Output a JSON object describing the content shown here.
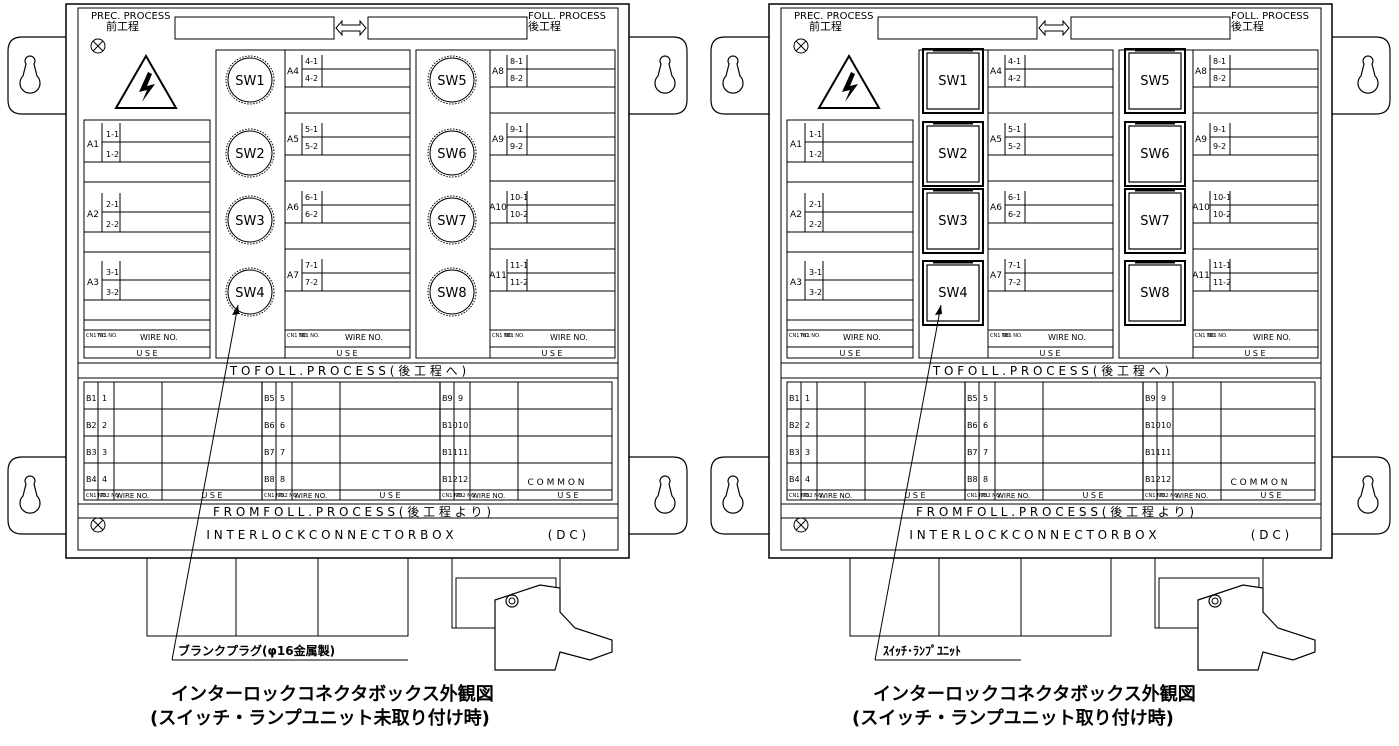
{
  "panels": [
    {
      "variant": "blank",
      "prec_en": "PREC. PROCESS",
      "prec_jp": "前工程",
      "foll_en": "FOLL. PROCESS",
      "foll_jp": "後工程",
      "swa": [
        "SW1",
        "SW2",
        "SW3",
        "SW4"
      ],
      "swb": [
        "SW5",
        "SW6",
        "SW7",
        "SW8"
      ],
      "rowa": [
        {
          "a": "A1",
          "t1": "1-1",
          "t2": "1-2"
        },
        {
          "a": "A2",
          "t1": "2-1",
          "t2": "2-2"
        },
        {
          "a": "A3",
          "t1": "3-1",
          "t2": "3-2"
        }
      ],
      "rowm": [
        {
          "a": "A4",
          "t1": "4-1",
          "t2": "4-2"
        },
        {
          "a": "A5",
          "t1": "5-1",
          "t2": "5-2"
        },
        {
          "a": "A6",
          "t1": "6-1",
          "t2": "6-2"
        },
        {
          "a": "A7",
          "t1": "7-1",
          "t2": "7-2"
        }
      ],
      "rowr": [
        {
          "a": "A8",
          "t1": "8-1",
          "t2": "8-2"
        },
        {
          "a": "A9",
          "t1": "9-1",
          "t2": "9-2"
        },
        {
          "a": "A10",
          "t1": "10-1",
          "t2": "10-2"
        },
        {
          "a": "A11",
          "t1": "11-1",
          "t2": "11-2"
        }
      ],
      "cn1": "CN1 NO.",
      "tb1": "TB1 NO.",
      "wire": "WIRE NO.",
      "use": "U S E",
      "to_foll": "T O   F O L L .   P R O C E S S   ( 後 工 程 へ )",
      "bcol1": [
        {
          "b": "B1",
          "n": "1"
        },
        {
          "b": "B2",
          "n": "2"
        },
        {
          "b": "B3",
          "n": "3"
        },
        {
          "b": "B4",
          "n": "4"
        }
      ],
      "bcol2": [
        {
          "b": "B5",
          "n": "5"
        },
        {
          "b": "B6",
          "n": "6"
        },
        {
          "b": "B7",
          "n": "7"
        },
        {
          "b": "B8",
          "n": "8"
        }
      ],
      "bcol3": [
        {
          "b": "B9",
          "n": "9"
        },
        {
          "b": "B10",
          "n": "10"
        },
        {
          "b": "B11",
          "n": "11"
        },
        {
          "b": "B12",
          "n": "12"
        }
      ],
      "common": "C O M M O N",
      "tb2": "TB2 NO.",
      "from_foll": "F R O M   F O L L .   P R O C E S S ( 後 工 程 よ り )",
      "interlock": "I N T E R L O C K     C O N N E C T O R     B O X",
      "dc": "( D C )",
      "callout": "ブランクプラグ(φ16金属製)",
      "caption1": "インターロックコネクタボックス外観図",
      "caption2": "(スイッチ・ランプユニット未取り付け時)"
    },
    {
      "variant": "unit",
      "prec_en": "PREC. PROCESS",
      "prec_jp": "前工程",
      "foll_en": "FOLL. PROCESS",
      "foll_jp": "後工程",
      "swa": [
        "SW1",
        "SW2",
        "SW3",
        "SW4"
      ],
      "swb": [
        "SW5",
        "SW6",
        "SW7",
        "SW8"
      ],
      "rowa": [
        {
          "a": "A1",
          "t1": "1-1",
          "t2": "1-2"
        },
        {
          "a": "A2",
          "t1": "2-1",
          "t2": "2-2"
        },
        {
          "a": "A3",
          "t1": "3-1",
          "t2": "3-2"
        }
      ],
      "rowm": [
        {
          "a": "A4",
          "t1": "4-1",
          "t2": "4-2"
        },
        {
          "a": "A5",
          "t1": "5-1",
          "t2": "5-2"
        },
        {
          "a": "A6",
          "t1": "6-1",
          "t2": "6-2"
        },
        {
          "a": "A7",
          "t1": "7-1",
          "t2": "7-2"
        }
      ],
      "rowr": [
        {
          "a": "A8",
          "t1": "8-1",
          "t2": "8-2"
        },
        {
          "a": "A9",
          "t1": "9-1",
          "t2": "9-2"
        },
        {
          "a": "A10",
          "t1": "10-1",
          "t2": "10-2"
        },
        {
          "a": "A11",
          "t1": "11-1",
          "t2": "11-2"
        }
      ],
      "cn1": "CN1 NO.",
      "tb1": "TB1 NO.",
      "wire": "WIRE NO.",
      "use": "U S E",
      "to_foll": "T O   F O L L .   P R O C E S S   ( 後 工 程 へ )",
      "bcol1": [
        {
          "b": "B1",
          "n": "1"
        },
        {
          "b": "B2",
          "n": "2"
        },
        {
          "b": "B3",
          "n": "3"
        },
        {
          "b": "B4",
          "n": "4"
        }
      ],
      "bcol2": [
        {
          "b": "B5",
          "n": "5"
        },
        {
          "b": "B6",
          "n": "6"
        },
        {
          "b": "B7",
          "n": "7"
        },
        {
          "b": "B8",
          "n": "8"
        }
      ],
      "bcol3": [
        {
          "b": "B9",
          "n": "9"
        },
        {
          "b": "B10",
          "n": "10"
        },
        {
          "b": "B11",
          "n": "11"
        },
        {
          "b": "B12",
          "n": "12"
        }
      ],
      "common": "C O M M O N",
      "tb2": "TB2 NO.",
      "from_foll": "F R O M   F O L L .   P R O C E S S ( 後 工 程 よ り )",
      "interlock": "I N T E R L O C K     C O N N E C T O R     B O X",
      "dc": "( D C )",
      "callout": "ｽｲｯﾁ･ﾗﾝﾌﾟﾕﾆｯﾄ",
      "caption1": "インターロックコネクタボックス外観図",
      "caption2": "(スイッチ・ランプユニット取り付け時)"
    }
  ]
}
